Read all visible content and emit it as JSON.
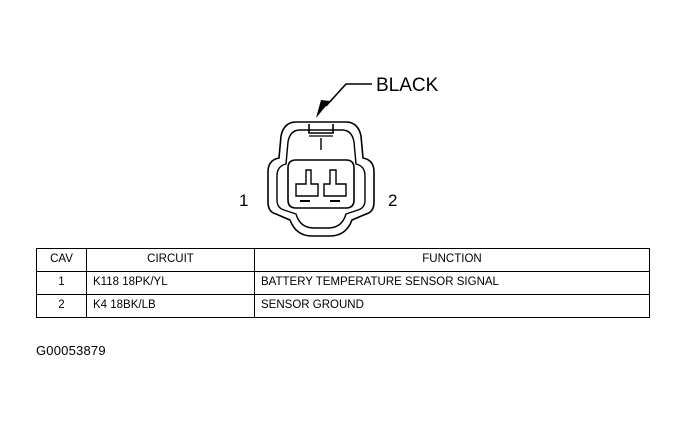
{
  "connector": {
    "color_label": "BLACK",
    "pin_left": "1",
    "pin_right": "2"
  },
  "table": {
    "headers": [
      "CAV",
      "CIRCUIT",
      "FUNCTION"
    ],
    "rows": [
      {
        "cav": "1",
        "circuit": "K118 18PK/YL",
        "function": "BATTERY TEMPERATURE SENSOR SIGNAL"
      },
      {
        "cav": "2",
        "circuit": "K4 18BK/LB",
        "function": "SENSOR GROUND"
      }
    ]
  },
  "figure_id": "G00053879"
}
